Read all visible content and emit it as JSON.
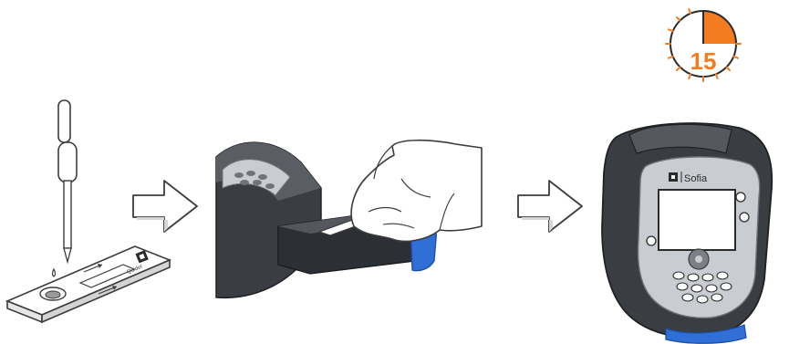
{
  "timer": {
    "minutes": "15",
    "accent_color": "#f47c20"
  },
  "device": {
    "brand": "Sofia"
  },
  "test_cassette": {
    "label": "Quidel"
  },
  "steps": [
    {
      "icon": "dropper-and-cassette-icon"
    },
    {
      "icon": "arrow-right-icon"
    },
    {
      "icon": "insert-cassette-icon"
    },
    {
      "icon": "arrow-right-icon"
    },
    {
      "icon": "analyzer-device-icon"
    }
  ],
  "colors": {
    "accent": "#f47c20",
    "device_body": "#3a3d42",
    "device_blue": "#2f6fd6",
    "outline": "#3c3c3c"
  }
}
